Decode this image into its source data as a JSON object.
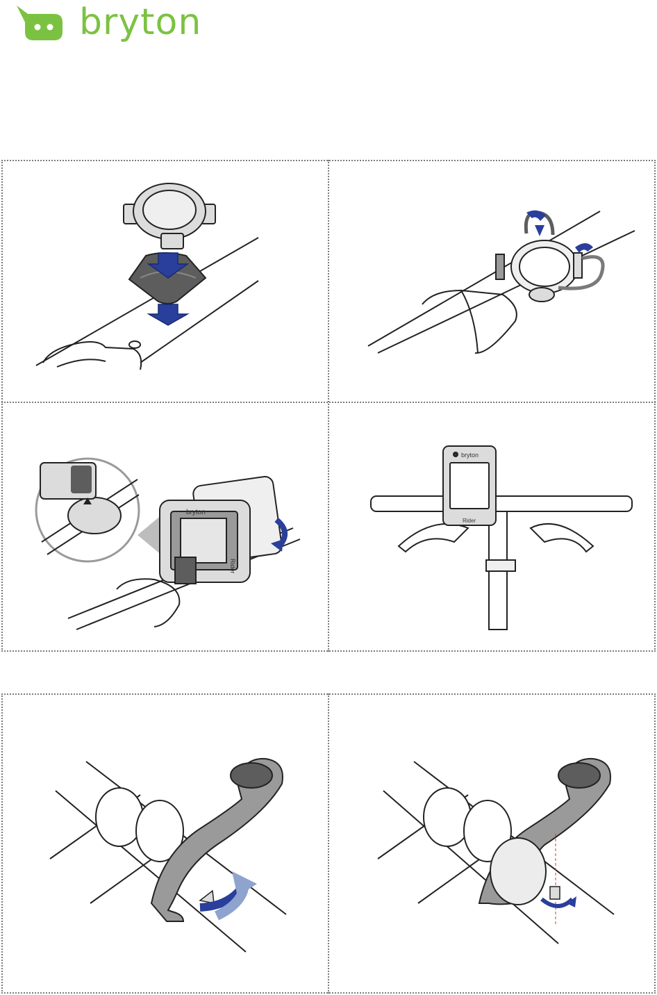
{
  "brand": {
    "name": "bryton",
    "logo_color": "#7cc242"
  },
  "colors": {
    "arrow_blue": "#2a3f9b",
    "arrow_light": "#8fa3cf",
    "part_dark": "#5d5d5d",
    "part_grey": "#9a9a9a",
    "part_light": "#dcdcdc",
    "line": "#222222",
    "dotted_border": "#7a7a7a"
  },
  "figures": [
    {
      "id": "step-1",
      "icon": "mount-base-pad-icon"
    },
    {
      "id": "step-2",
      "icon": "rubber-band-icon"
    },
    {
      "id": "step-3",
      "icon": "attach-device-icon"
    },
    {
      "id": "step-4",
      "icon": "handlebar-device-icon"
    },
    {
      "id": "step-5",
      "icon": "front-mount-arm-icon"
    },
    {
      "id": "step-6",
      "icon": "front-mount-screw-icon"
    }
  ],
  "device_text": {
    "brand_label": "bryton",
    "model_label": "Rider"
  }
}
